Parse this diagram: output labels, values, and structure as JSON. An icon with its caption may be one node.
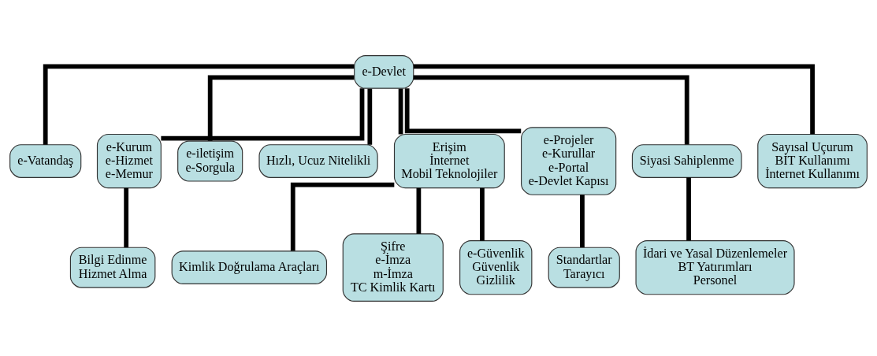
{
  "diagram": {
    "nodes": [
      {
        "text": [
          "e-Devlet"
        ]
      },
      {
        "text": [
          "e-Vatandaş"
        ]
      },
      {
        "text": [
          "e-Kurum",
          "e-Hizmet",
          "e-Memur"
        ]
      },
      {
        "text": [
          "e-iletişim",
          "e-Sorgula"
        ]
      },
      {
        "text": [
          "Hızlı, Ucuz Nitelikli"
        ]
      },
      {
        "text": [
          "Erişim",
          "İnternet",
          "Mobil Teknolojiler"
        ]
      },
      {
        "text": [
          "e-Projeler",
          "e-Kurullar",
          "e-Portal",
          "e-Devlet Kapısı"
        ]
      },
      {
        "text": [
          "Siyasi Sahiplenme"
        ]
      },
      {
        "text": [
          "Sayısal Uçurum",
          "BİT Kullanımı",
          "İnternet Kullanımı"
        ]
      },
      {
        "text": [
          "Bilgi Edinme",
          "Hizmet Alma"
        ]
      },
      {
        "text": [
          "Kimlik Doğrulama Araçları"
        ]
      },
      {
        "text": [
          "Şifre",
          "e-İmza",
          "m-İmza",
          "TC Kimlik Kartı"
        ]
      },
      {
        "text": [
          "e-Güvenlik",
          "Güvenlik",
          "Gizlilik"
        ]
      },
      {
        "text": [
          "Standartlar",
          "Tarayıcı"
        ]
      },
      {
        "text": [
          "İdari ve Yasal Düzenlemeler",
          "BT Yatırımları",
          "Personel"
        ]
      }
    ],
    "edges": [
      {
        "from": 0,
        "to": 1,
        "arrow": "none"
      },
      {
        "from": 0,
        "to": 2,
        "arrow": "none"
      },
      {
        "from": 0,
        "to": 3,
        "arrow": "none"
      },
      {
        "from": 0,
        "to": 4,
        "arrow": "none"
      },
      {
        "from": 0,
        "to": 5,
        "arrow": "none"
      },
      {
        "from": 0,
        "to": 6,
        "arrow": "none"
      },
      {
        "from": 0,
        "to": 7,
        "arrow": "none"
      },
      {
        "from": 0,
        "to": 8,
        "arrow": "none"
      },
      {
        "from": 2,
        "to": 9,
        "arrow": "none"
      },
      {
        "from": 5,
        "to": 10,
        "arrow": "none"
      },
      {
        "from": 5,
        "to": 11,
        "arrow": "none"
      },
      {
        "from": 5,
        "to": 12,
        "arrow": "none"
      },
      {
        "from": 6,
        "to": 13,
        "arrow": "none"
      },
      {
        "from": 7,
        "to": 14,
        "arrow": "none"
      }
    ]
  }
}
